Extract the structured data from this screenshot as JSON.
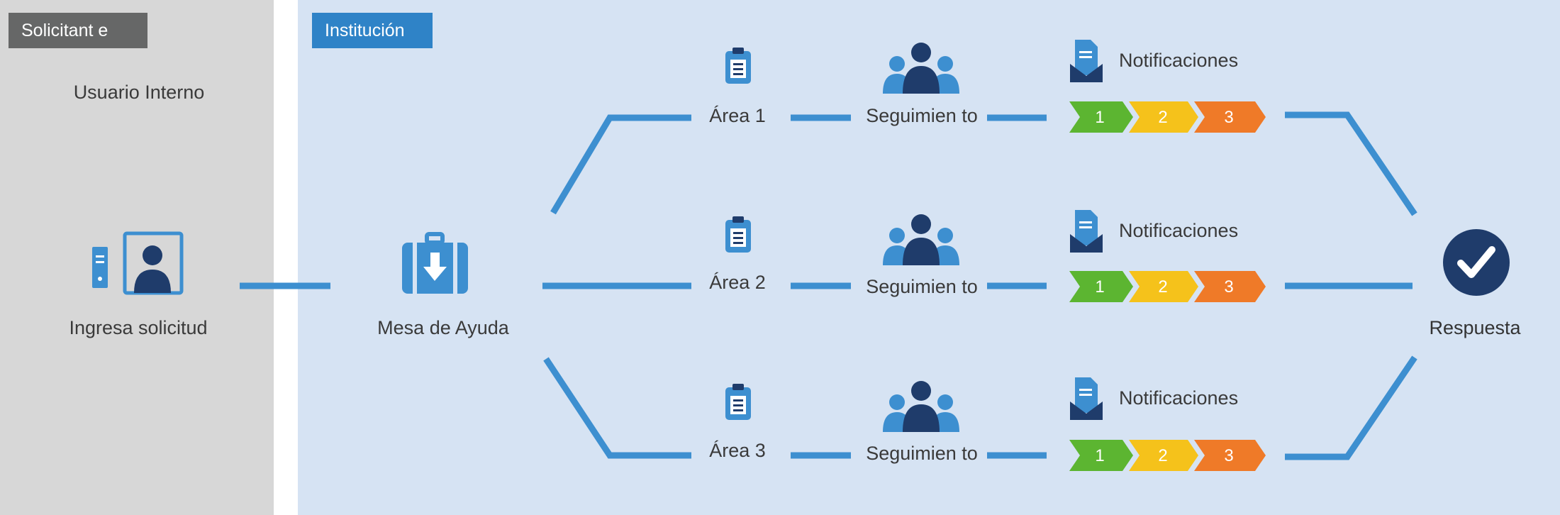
{
  "requester_panel": {
    "tag": "Solicitant e",
    "subtitle": "Usuario Interno",
    "step_label": "Ingresa solicitud"
  },
  "institution_panel": {
    "tag": "Institución",
    "helpdesk_label": "Mesa de Ayuda",
    "response_label": "Respuesta",
    "rows": [
      {
        "area": "Área 1",
        "tracking": "Seguimien to",
        "notifications": "Notificaciones",
        "steps": [
          "1",
          "2",
          "3"
        ]
      },
      {
        "area": "Área 2",
        "tracking": "Seguimien to",
        "notifications": "Notificaciones",
        "steps": [
          "1",
          "2",
          "3"
        ]
      },
      {
        "area": "Área 3",
        "tracking": "Seguimien to",
        "notifications": "Notificaciones",
        "steps": [
          "1",
          "2",
          "3"
        ]
      }
    ]
  },
  "icons": {
    "computer": "computer-user-icon",
    "helpdesk": "briefcase-download-icon",
    "area": "clipboard-icon",
    "tracking": "team-icon",
    "notification": "mail-document-icon",
    "response": "check-circle-icon"
  },
  "colors": {
    "line": "#3d8fd0",
    "dark_blue": "#1f3c6b",
    "step1": "#5cb531",
    "step2": "#f5c21b",
    "step3": "#ef7a28"
  }
}
